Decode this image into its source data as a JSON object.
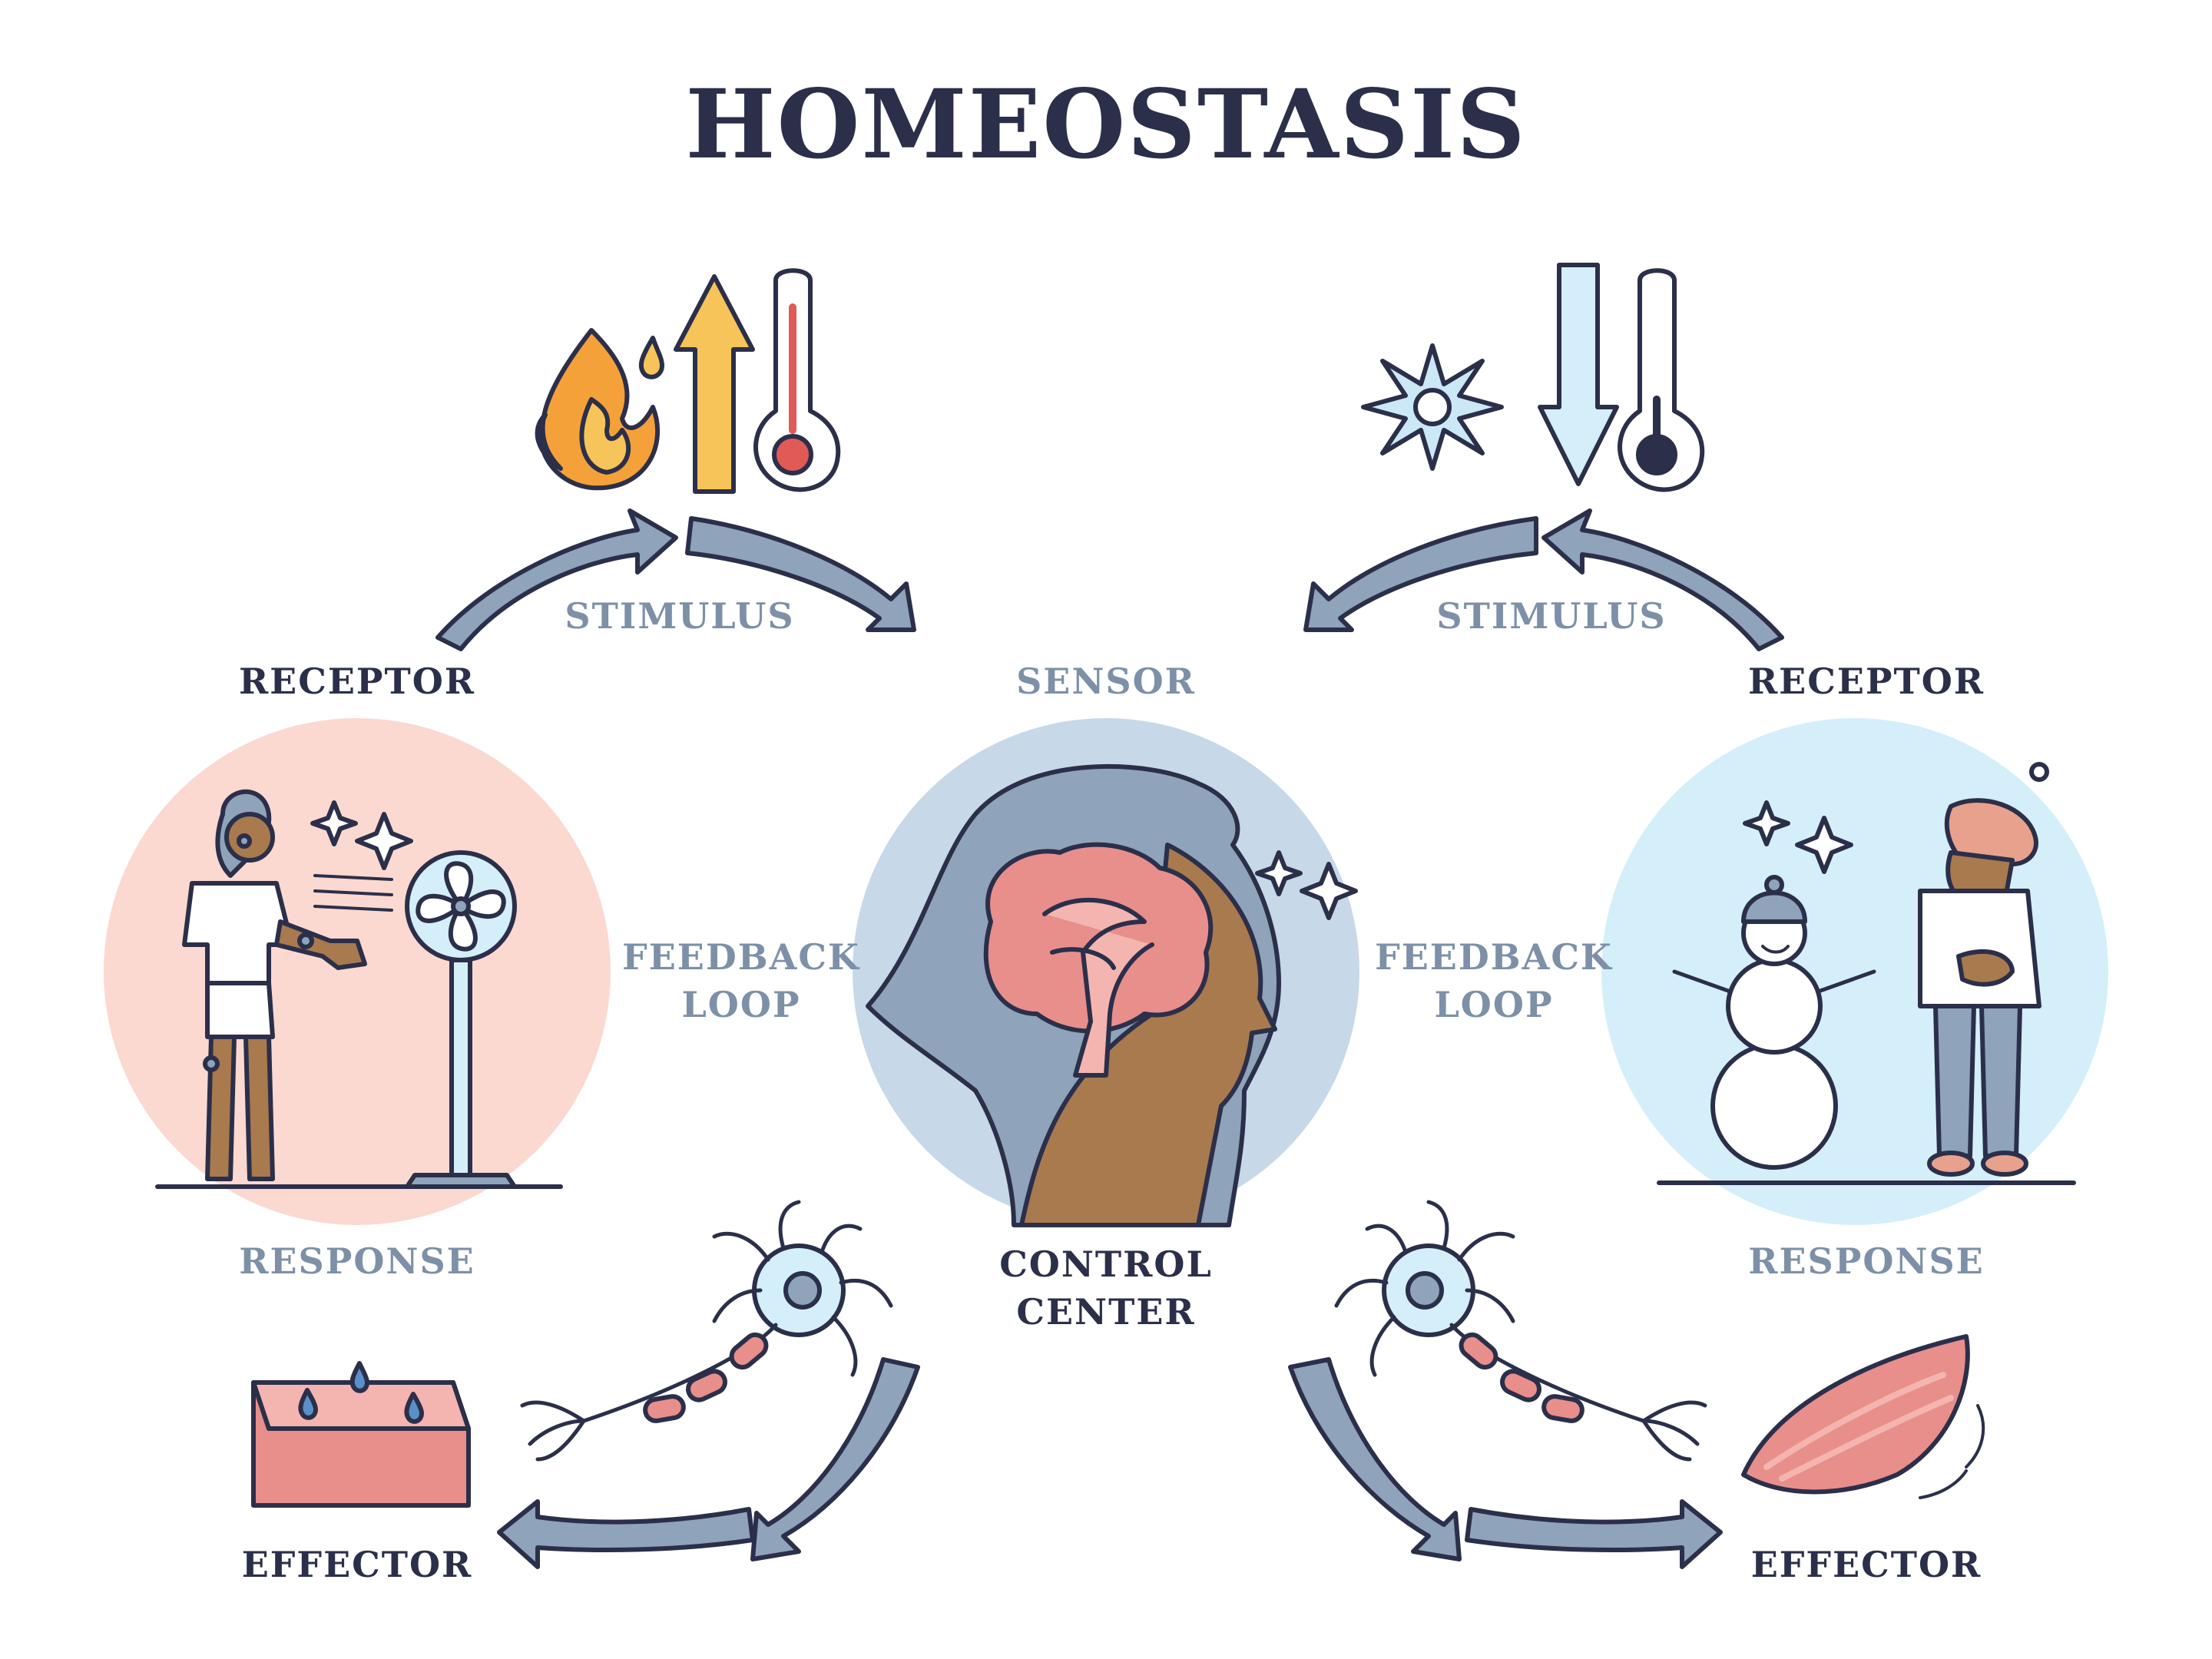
{
  "title": "HOMEOSTASIS",
  "labels": {
    "stimulus_left": "STIMULUS",
    "stimulus_right": "STIMULUS",
    "receptor_left": "RECEPTOR",
    "receptor_right": "RECEPTOR",
    "sensor": "SENSOR",
    "feedback_left_1": "FEEDBACK",
    "feedback_left_2": "LOOP",
    "feedback_right_1": "FEEDBACK",
    "feedback_right_2": "LOOP",
    "response_left": "RESPONSE",
    "response_right": "RESPONSE",
    "control_1": "CONTROL",
    "control_2": "CENTER",
    "effector_left": "EFFECTOR",
    "effector_right": "EFFECTOR"
  },
  "colors": {
    "outline": "#2b2f4a",
    "label_dark": "#2b2f4a",
    "label_light": "#7d90a8",
    "arrow_fill": "#8fa3ba",
    "heat_circle": "#fbd9d0",
    "cold_circle": "#d4effa",
    "brain_circle": "#c7d8e8",
    "brain_pink": "#e88f8b",
    "skin": "#a97a4e",
    "flame": "#f4a13a",
    "up_arrow": "#f7c45a",
    "thermo_red": "#e05a56",
    "snow_blue": "#cbe8f7"
  },
  "icons": [
    "flame-icon",
    "up-arrow-icon",
    "hot-thermometer-icon",
    "snowflake-icon",
    "down-arrow-icon",
    "cold-thermometer-icon",
    "fan-icon",
    "brain-icon",
    "neuron-icon",
    "skin-sweat-icon",
    "muscle-icon",
    "snowman-icon"
  ]
}
